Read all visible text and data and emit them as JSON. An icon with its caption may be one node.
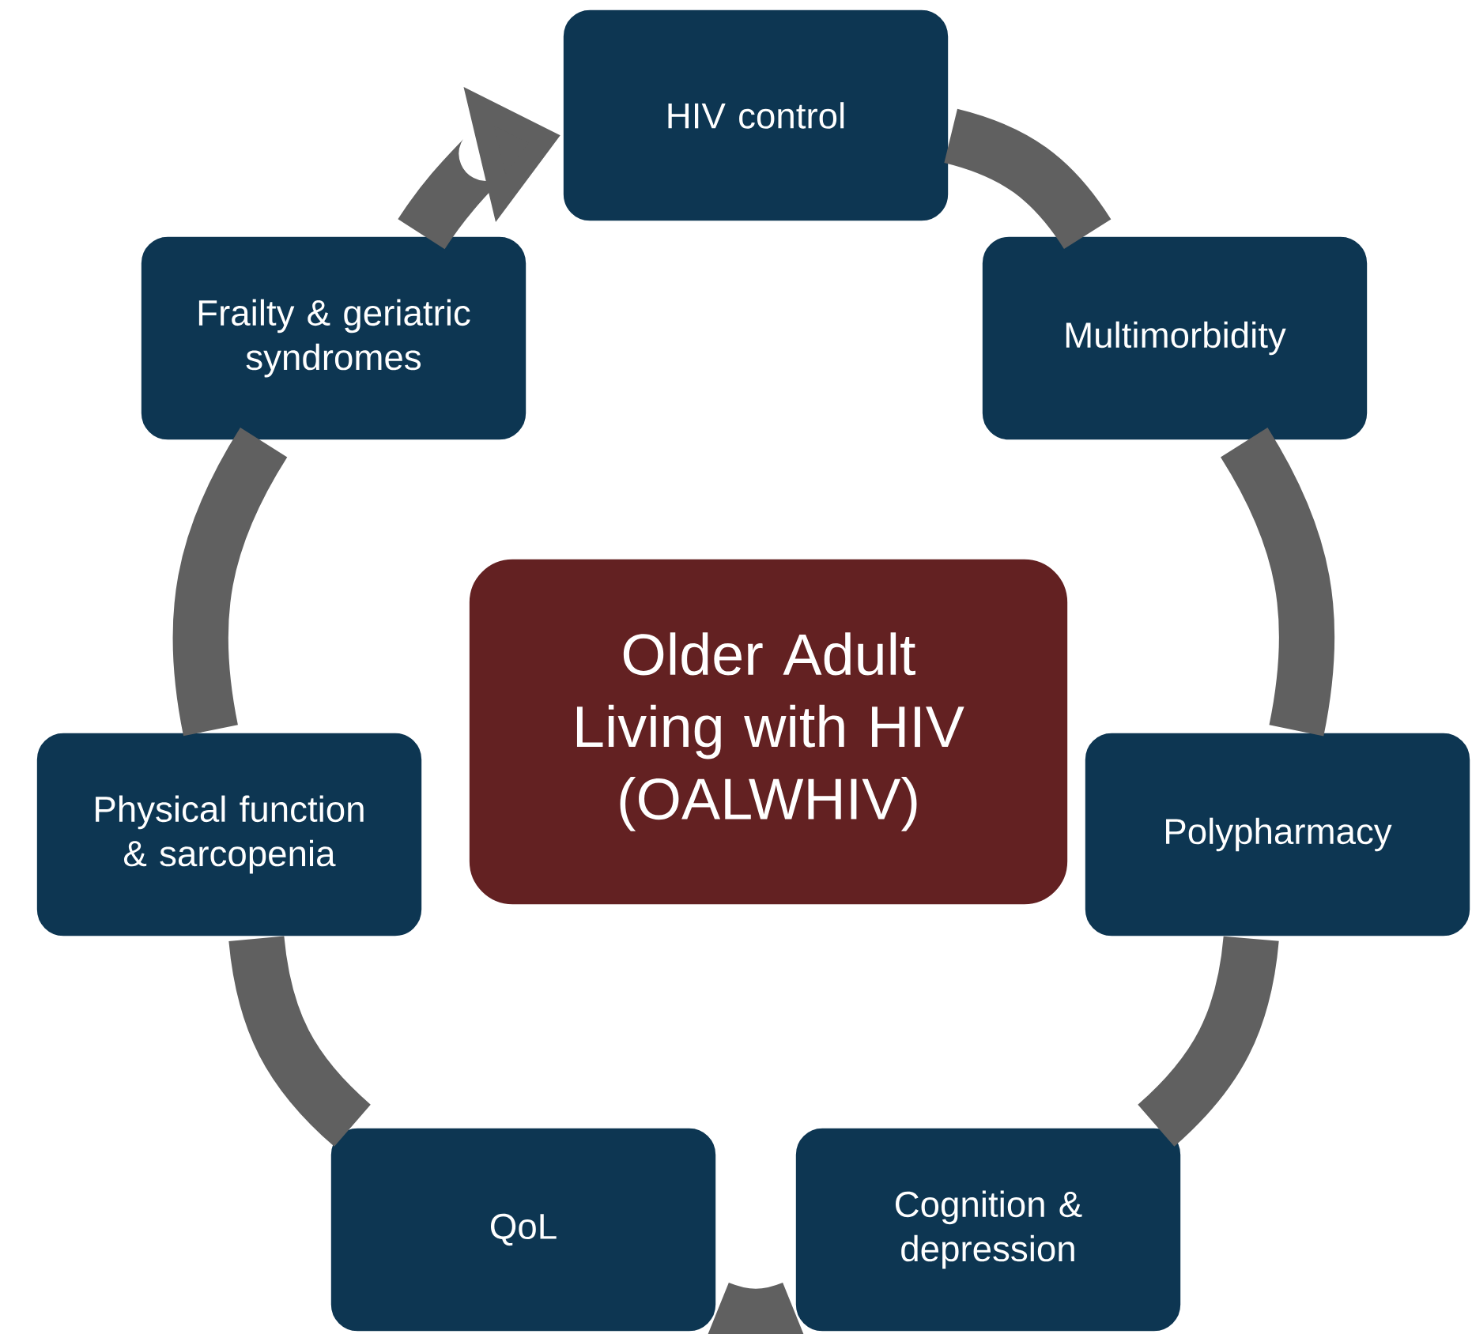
{
  "diagram": {
    "nodes": [
      {
        "text": [
          "HIV control"
        ]
      },
      {
        "text": [
          "Multimorbidity"
        ]
      },
      {
        "text": [
          "Polypharmacy"
        ]
      },
      {
        "text": [
          "Cognition & depression"
        ]
      },
      {
        "text": [
          "QoL"
        ]
      },
      {
        "text": [
          "Physical function & sarcopenia"
        ]
      },
      {
        "text": [
          "Frailty & geriatric syndromes"
        ]
      },
      {
        "text": [
          "Older Adult Living with HIV (OALWHIV)"
        ]
      }
    ],
    "edges": [
      {
        "from": 0,
        "to": 1,
        "arrow": "none"
      },
      {
        "from": 1,
        "to": 2,
        "arrow": "none"
      },
      {
        "from": 2,
        "to": 3,
        "arrow": "none"
      },
      {
        "from": 3,
        "to": 4,
        "arrow": "none"
      },
      {
        "from": 4,
        "to": 5,
        "arrow": "none"
      },
      {
        "from": 5,
        "to": 6,
        "arrow": "none"
      },
      {
        "from": 6,
        "to": 0,
        "arrow": "to"
      }
    ]
  }
}
